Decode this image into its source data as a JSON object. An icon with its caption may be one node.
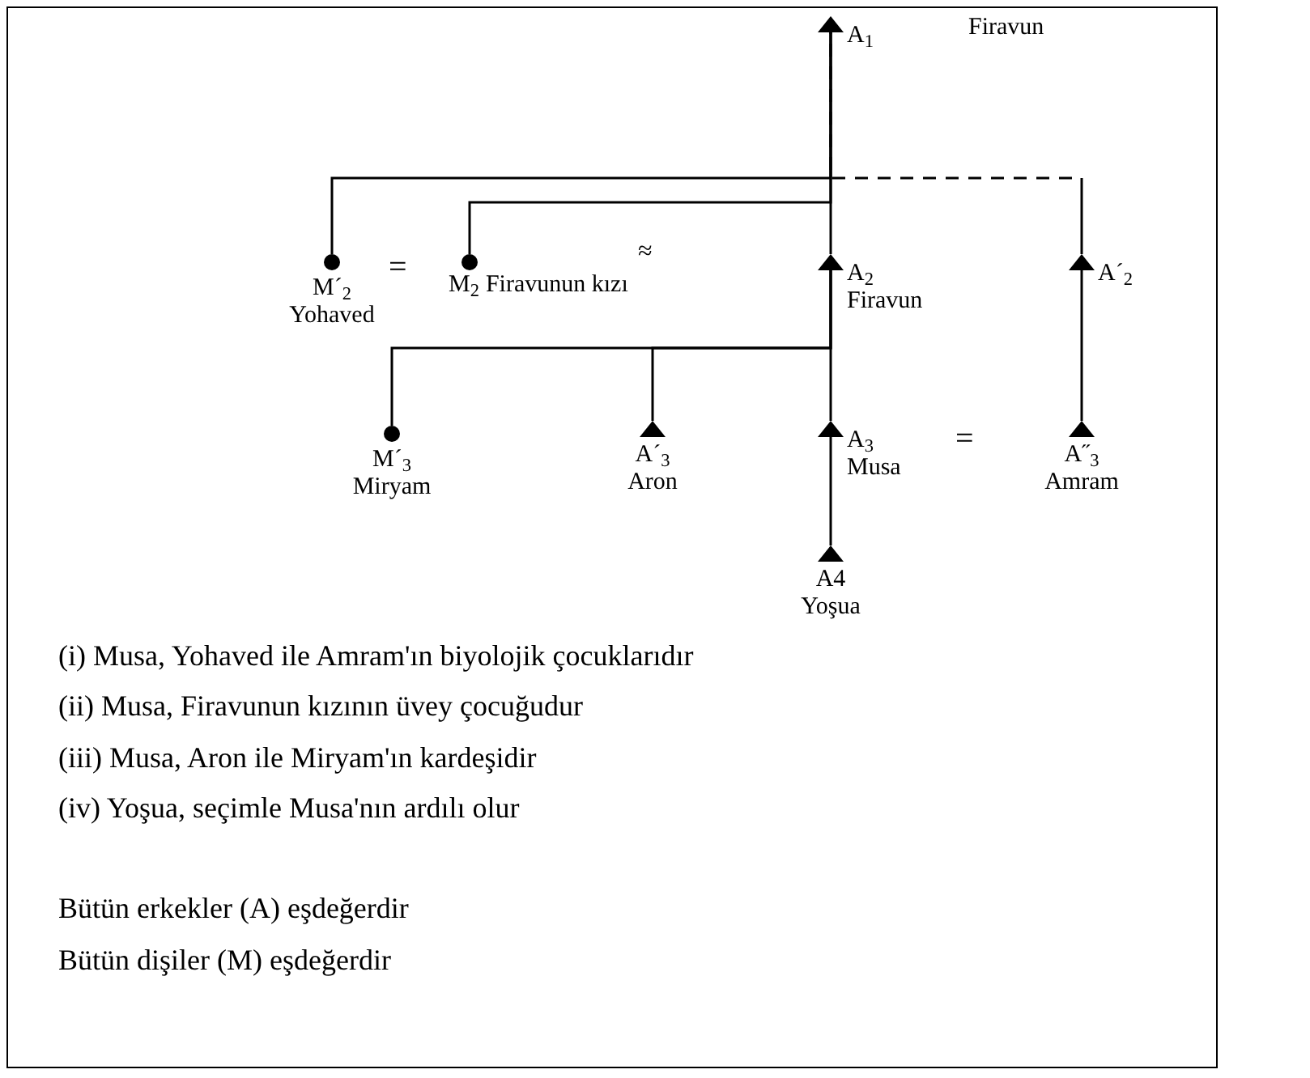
{
  "diagram": {
    "nodes": [
      {
        "text": [
          "A$_{1}$"
        ]
      },
      {
        "text": [
          "M´$_{2}$",
          "Yohaved"
        ]
      },
      {
        "text": [
          "M$_{2}$",
          "Firavunun kızı"
        ]
      },
      {
        "text": [
          "A$_{2}$",
          "Firavun"
        ]
      },
      {
        "text": [
          "A´$_{2}$"
        ]
      },
      {
        "text": [
          "M´$_{3}$",
          "Miryam"
        ]
      },
      {
        "text": [
          "A´$_{3}$",
          "Aron"
        ]
      },
      {
        "text": [
          "A$_{3}$",
          "Musa"
        ]
      },
      {
        "text": [
          "A˝$_{3}$",
          "Amram"
        ]
      },
      {
        "text": [
          "A4",
          "Yoşua"
        ]
      }
    ],
    "edges": [
      {
        "from": 3,
        "to": 0,
        "arrow": "none"
      },
      {
        "from": 7,
        "to": 3,
        "arrow": "none"
      },
      {
        "from": 9,
        "to": 7,
        "arrow": "none"
      },
      {
        "from": 1,
        "to": 0,
        "arrow": "none"
      },
      {
        "from": 4,
        "to": 0,
        "arrow": "none",
        "style": "dashed"
      },
      {
        "from": 2,
        "to": 0,
        "arrow": "none"
      },
      {
        "from": 5,
        "to": 3,
        "arrow": "none"
      },
      {
        "from": 6,
        "to": 3,
        "arrow": "none"
      },
      {
        "from": 8,
        "to": 4,
        "arrow": "none"
      }
    ],
    "labels": [
      "Firavun",
      "=",
      "≈",
      "=",
      "(i) Musa, Yohaved ile Amram'ın biyolojik çocuklarıdır",
      "(ii) Musa, Firavunun kızının üvey çocuğudur",
      "(iii) Musa, Aron ile Miryam'ın kardeşidir",
      "(iv) Yoşua, seçimle Musa'nın ardılı olur",
      "Bütün erkekler (A) eşdeğerdir",
      "Bütün dişiler (M) eşdeğerdir"
    ]
  }
}
